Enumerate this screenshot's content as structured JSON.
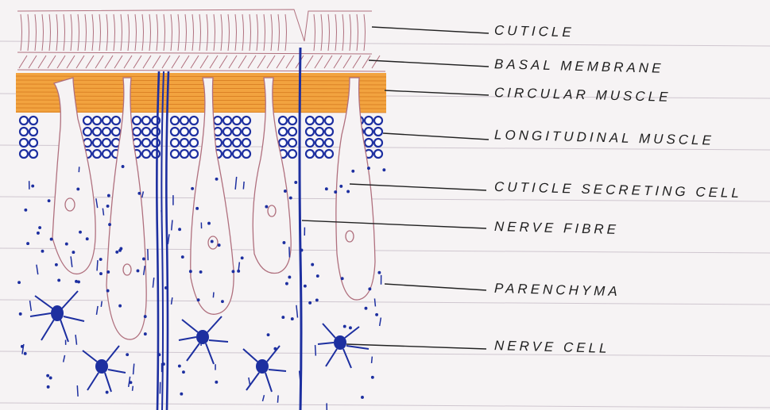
{
  "labels": {
    "cuticle": "CUTICLE",
    "basal_membrane": "BASAL MEMBRANE",
    "circular_muscle": "CIRCULAR MUSCLE",
    "longitudinal_muscle": "LONGITUDINAL MUSCLE",
    "cuticle_secreting_cell": "CUTICLE SECRETING CELL",
    "nerve_fibre": "NERVE FIBRE",
    "parenchyma": "PARENCHYMA",
    "nerve_cell": "NERVE CELL"
  },
  "colors": {
    "paper": "#f6f3f4",
    "ruled_line": "#cfc6cf",
    "pink_outline": "#b0707e",
    "orange_muscle": "#f2a33f",
    "blue_ink": "#1d2fa0",
    "pointer_line": "#222222"
  }
}
